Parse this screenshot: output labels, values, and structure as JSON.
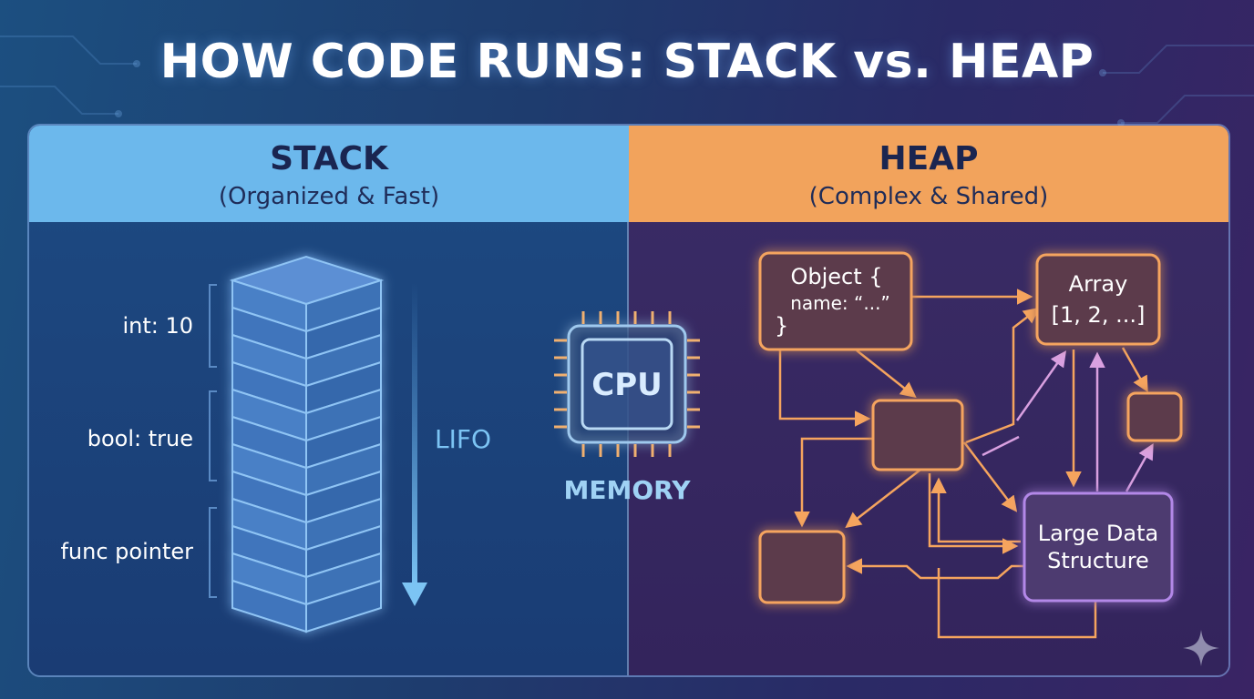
{
  "title": "HOW CODE RUNS: STACK vs. HEAP",
  "stack": {
    "heading": "STACK",
    "subheading": "(Organized & Fast)",
    "labels": [
      "int: 10",
      "bool: true",
      "func pointer"
    ],
    "direction_label": "LIFO"
  },
  "center": {
    "chip_label": "CPU",
    "memory_label": "MEMORY"
  },
  "heap": {
    "heading": "HEAP",
    "subheading": "(Complex & Shared)",
    "object_node": [
      "Object {",
      "name: “...”",
      "}"
    ],
    "array_node": [
      "Array",
      "[1, 2, ...]"
    ],
    "large_node": [
      "Large Data",
      "Structure"
    ]
  },
  "colors": {
    "stack_accent": "#6cb8ec",
    "heap_accent": "#f2a35c",
    "heap_line": "#f5a45e",
    "large_node_border": "#b388e8",
    "arrow_violet": "#d9a0e0"
  }
}
